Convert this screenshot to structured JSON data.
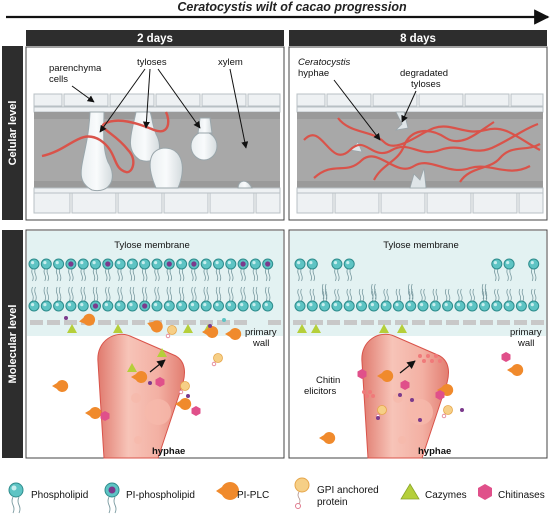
{
  "title": "Ceratocystis wilt of cacao progression",
  "row_labels": {
    "cellular": "Celular level",
    "molecular": "Molecular level"
  },
  "columns": {
    "left": "2 days",
    "right": "8 days"
  },
  "cellular_left": {
    "parenchyma_line1": "parenchyma",
    "parenchyma_line2": "cells",
    "tyloses": "tyloses",
    "xylem": "xylem"
  },
  "cellular_right": {
    "hyphae_line1": "Ceratocystis",
    "hyphae_line2": "hyphae",
    "degraded_line1": "degradated",
    "degraded_line2": "tyloses"
  },
  "molecular_left": {
    "membrane": "Tylose membrane",
    "wall_line1": "primary",
    "wall_line2": "wall",
    "hyphae": "hyphae"
  },
  "molecular_right": {
    "membrane": "Tylose membrane",
    "wall_line1": "primary",
    "wall_line2": "wall",
    "chitin_line1": "Chitin",
    "chitin_line2": "elicitors",
    "hyphae": "hyphae"
  },
  "legend": {
    "phospholipid": "Phospholipid",
    "pi_phospholipid": "PI-phospholipid",
    "pi_plc": "PI-PLC",
    "gpi_line1": "GPI anchored",
    "gpi_line2": "protein",
    "cazymes": "Cazymes",
    "chitinases": "Chitinases"
  },
  "colors": {
    "dark_panel": "#2d2d2d",
    "hyphae_red": "#d9534a",
    "hyphae_pink": "#f4b4a8",
    "vessel_gray": "#9a9a9a",
    "cell_fill": "#eef1f3",
    "membrane_bg": "#e3f2f2",
    "phospholipid_teal": "#5ec4c4",
    "pi_purple": "#7b3a8c",
    "pi_plc_orange": "#f08a2c",
    "cazyme_green": "#b5cf3a",
    "chitinase_pink": "#e0508a",
    "gpi_yellow": "#f6cf86"
  }
}
